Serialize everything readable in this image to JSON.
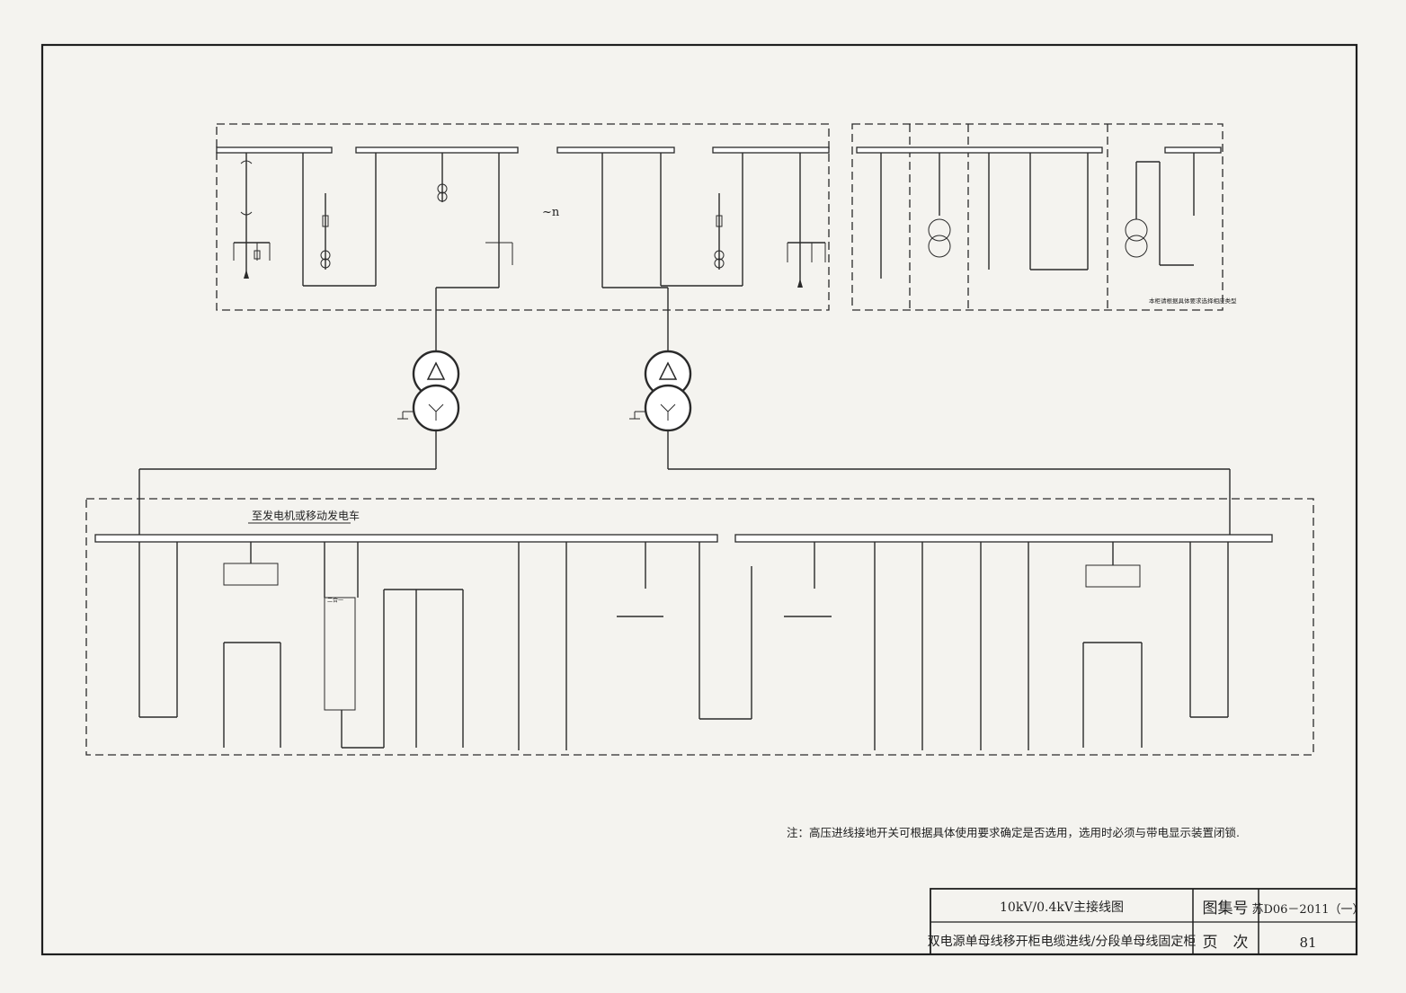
{
  "labels": {
    "generator_note": "至发电机或移动发电车",
    "n_marker": "~n",
    "small_box_note": "本柜请根据具体要求选择相应类型",
    "tie_tag": "二合一"
  },
  "note": "注：高压进线接地开关可根据具体使用要求确定是否选用，选用时必须与带电显示装置闭锁.",
  "title_block": {
    "title_line1": "10kV/0.4kV主接线图",
    "title_line2": "双电源单母线移开柜电缆进线/分段单母线固定柜",
    "atlas_label": "图集号",
    "atlas_value": "苏D06－2011（一）",
    "page_label": "页　次",
    "page_value": "81"
  }
}
